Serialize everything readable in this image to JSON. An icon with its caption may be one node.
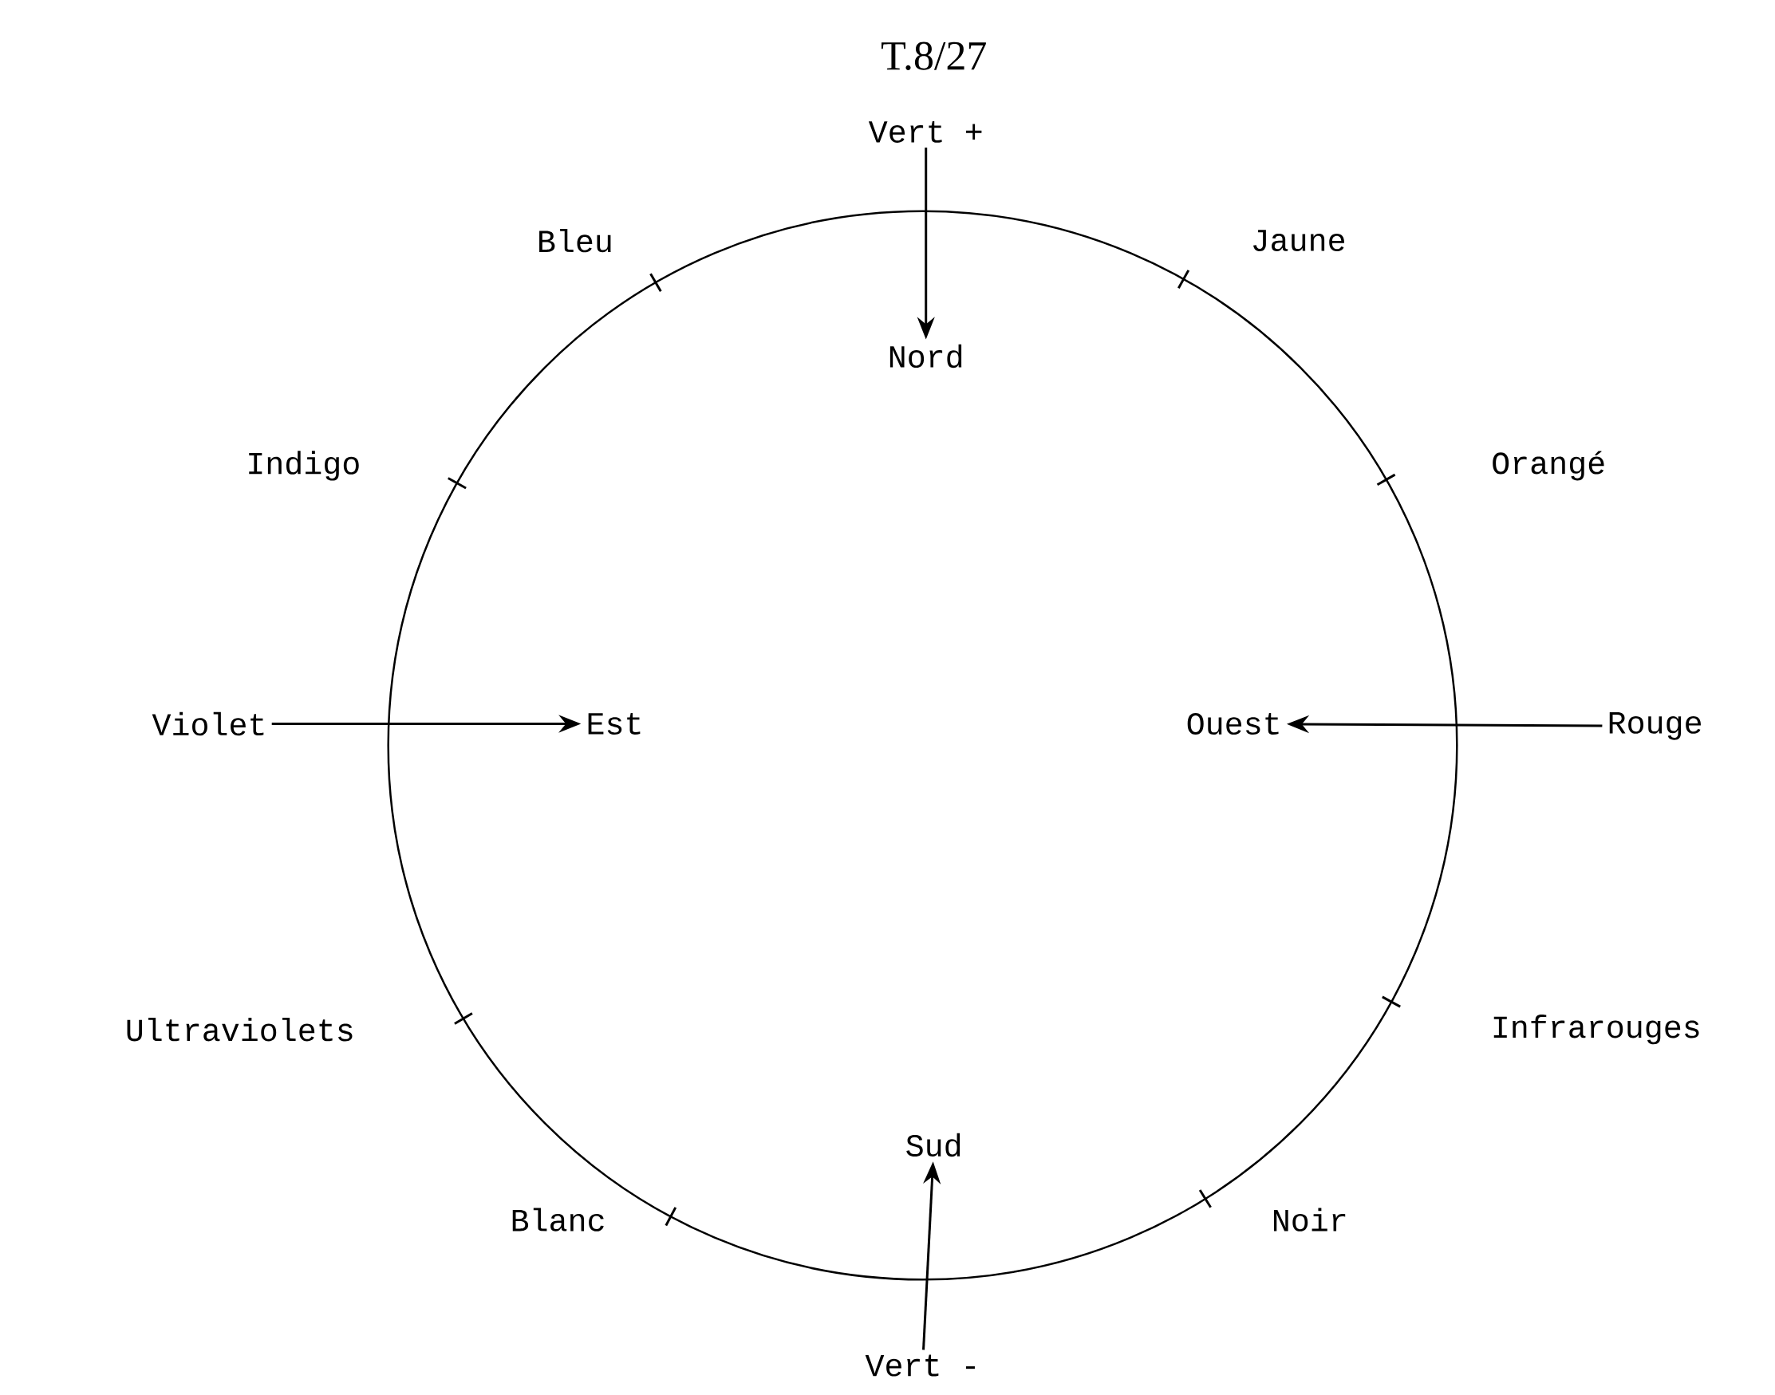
{
  "diagram": {
    "title": "T.8/27",
    "nodes": [
      {
        "text": [
          "Vert +"
        ]
      },
      {
        "text": [
          "Nord"
        ]
      },
      {
        "text": [
          "Violet"
        ]
      },
      {
        "text": [
          "Est"
        ]
      },
      {
        "text": [
          "Ouest"
        ]
      },
      {
        "text": [
          "Rouge"
        ]
      },
      {
        "text": [
          "Sud"
        ]
      },
      {
        "text": [
          "Vert -"
        ]
      }
    ],
    "edges": [
      {
        "from": 0,
        "to": 1,
        "arrow": "to"
      },
      {
        "from": 2,
        "to": 3,
        "arrow": "to"
      },
      {
        "from": 5,
        "to": 4,
        "arrow": "to"
      },
      {
        "from": 7,
        "to": 6,
        "arrow": "to"
      }
    ],
    "labels": [
      "Bleu",
      "Jaune",
      "Indigo",
      "Orangé",
      "Ultraviolets",
      "Infrarouges",
      "Blanc",
      "Noir"
    ]
  }
}
